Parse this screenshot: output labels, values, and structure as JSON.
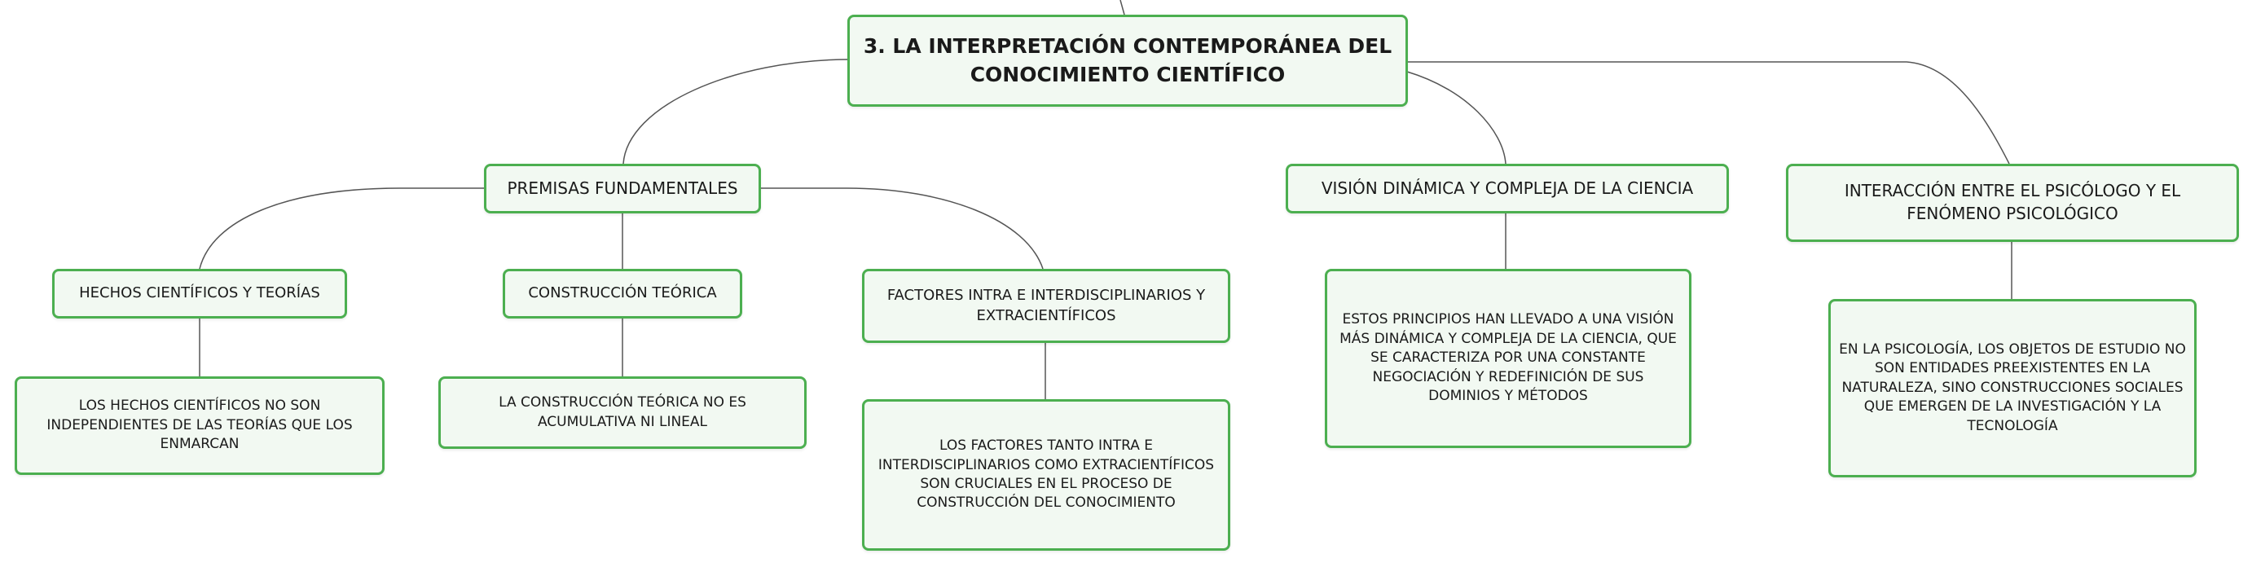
{
  "root": {
    "label": "3. LA INTERPRETACIÓN CONTEMPORÁNEA DEL CONOCIMIENTO CIENTÍFICO"
  },
  "premisas": {
    "label": "PREMISAS FUNDAMENTALES",
    "hechos": {
      "label": "HECHOS CIENTÍFICOS Y TEORÍAS",
      "detail": "LOS HECHOS CIENTÍFICOS NO SON INDEPENDIENTES DE LAS TEORÍAS QUE LOS ENMARCAN"
    },
    "construccion": {
      "label": "CONSTRUCCIÓN TEÓRICA",
      "detail": "LA CONSTRUCCIÓN TEÓRICA NO ES ACUMULATIVA NI LINEAL"
    },
    "factores": {
      "label": "FACTORES INTRA E INTERDISCIPLINARIOS Y EXTRACIENTÍFICOS",
      "detail": "LOS FACTORES TANTO INTRA E INTERDISCIPLINARIOS COMO EXTRACIENTÍFICOS SON CRUCIALES EN EL PROCESO DE CONSTRUCCIÓN DEL CONOCIMIENTO"
    }
  },
  "vision": {
    "label": "VISIÓN DINÁMICA Y COMPLEJA DE LA CIENCIA",
    "detail": "ESTOS PRINCIPIOS HAN LLEVADO A UNA VISIÓN MÁS DINÁMICA Y COMPLEJA DE LA CIENCIA, QUE SE CARACTERIZA POR UNA CONSTANTE NEGOCIACIÓN Y REDEFINICIÓN DE SUS DOMINIOS Y MÉTODOS"
  },
  "interaccion": {
    "label": "INTERACCIÓN ENTRE EL PSICÓLOGO Y EL FENÓMENO PSICOLÓGICO",
    "detail": "EN LA PSICOLOGÍA, LOS OBJETOS DE ESTUDIO NO SON ENTIDADES PREEXISTENTES EN LA NATURALEZA, SINO CONSTRUCCIONES SOCIALES QUE EMERGEN DE LA INVESTIGACIÓN Y LA TECNOLOGÍA"
  },
  "colors": {
    "node_border": "#4caf50",
    "node_fill": "#f2f9f2",
    "connector": "#555555"
  }
}
